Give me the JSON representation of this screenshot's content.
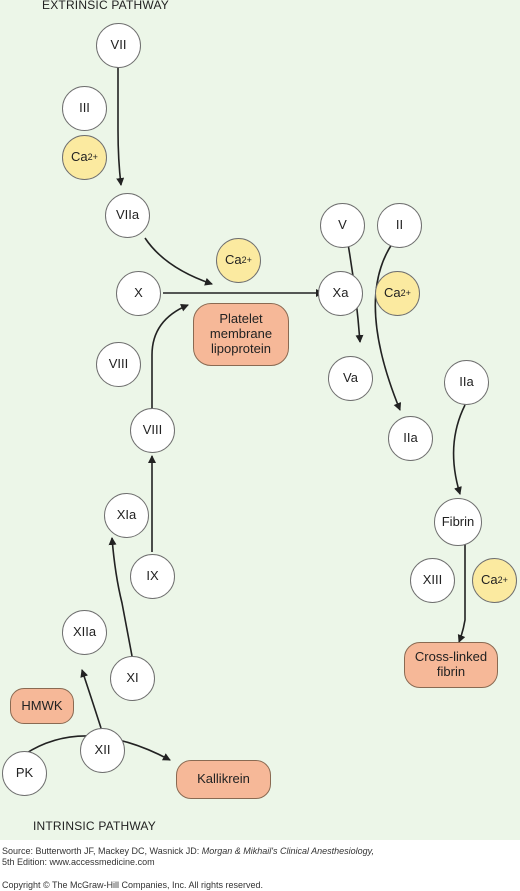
{
  "titles": {
    "extrinsic": "EXTRINSIC PATHWAY",
    "intrinsic": "INTRINSIC PATHWAY"
  },
  "factors": {
    "vii": "VII",
    "iii": "III",
    "viia": "VIIa",
    "x": "X",
    "viii_upper": "VIII",
    "viii_lower": "VIII",
    "xia": "XIa",
    "ix": "IX",
    "xiia": "XIIa",
    "xi": "XI",
    "xii": "XII",
    "pk": "PK",
    "v": "V",
    "ii": "II",
    "xa": "Xa",
    "va": "Va",
    "iia_upper": "IIa",
    "iia_lower": "IIa",
    "fibrin": "Fibrin",
    "xiii": "XIII"
  },
  "calcium": {
    "base": "Ca",
    "charge": "2+"
  },
  "complexes": {
    "platelet": "Platelet membrane lipoprotein",
    "hmwk": "HMWK",
    "kallikrein": "Kallikrein",
    "crosslinked": "Cross-linked fibrin"
  },
  "source": {
    "prefix": "Source: Butterworth JF, Mackey DC, Wasnick JD: ",
    "book": "Morgan & Mikhail's Clinical Anesthesiology,",
    "line2": "5th Edition: www.accessmedicine.com",
    "copyright": "Copyright © The McGraw-Hill Companies, Inc. All rights reserved."
  },
  "colors": {
    "background": "#ecf6e8",
    "calcium_fill": "#fbeaa0",
    "complex_fill": "#f6b898",
    "factor_fill": "#ffffff"
  }
}
